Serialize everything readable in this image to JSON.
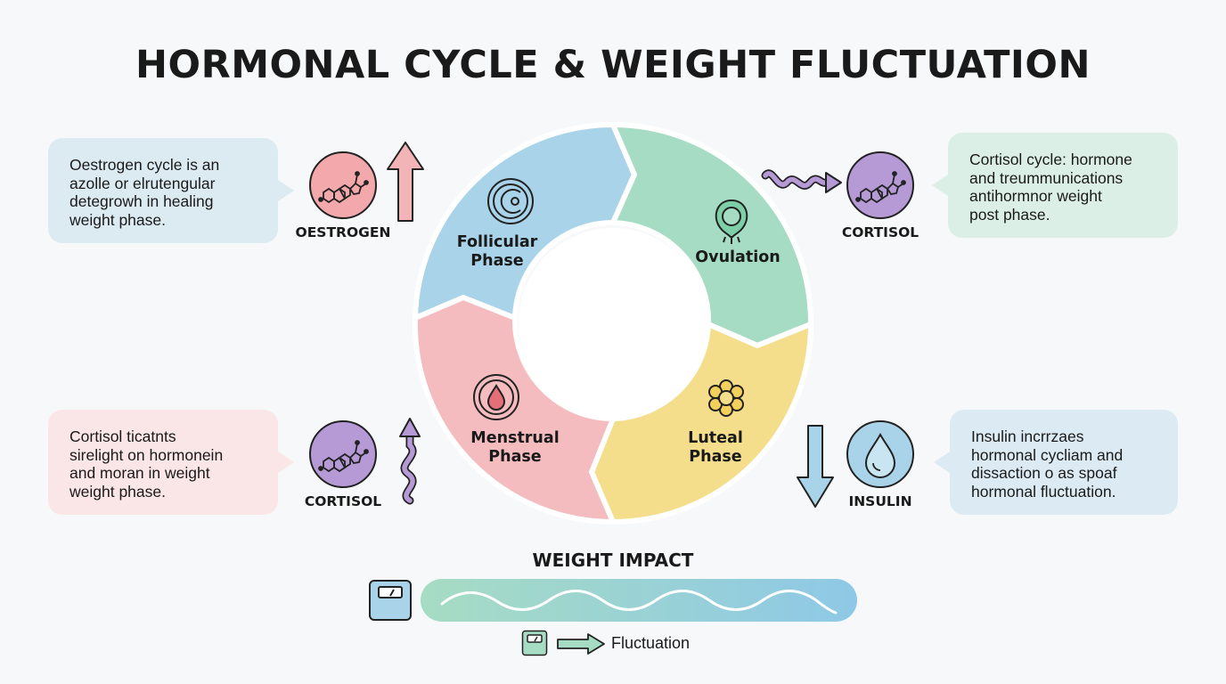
{
  "title": "HORMONAL CYCLE & WEIGHT FLUCTUATION",
  "bubbles": {
    "top_left": [
      "Oestrogen cycle is an",
      "azolle or elrutengular",
      "detegrowh  in healing",
      "weight phase."
    ],
    "top_right": [
      "Cortisol cycle: hormone",
      "and treummunications",
      "antihormnor weight",
      "post phase."
    ],
    "bottom_left": [
      "Cortisol ticatnts",
      "sirelight on hormonein",
      "and moran in weight",
      "weight phase."
    ],
    "bottom_right": [
      "Insulin incrrzaes",
      "hormonal cycliam and",
      "dissaction o as spoaf",
      "hormonal fluctuation."
    ]
  },
  "hormones": {
    "oestrogen": "OESTROGEN",
    "cortisol_top": "CORTISOL",
    "cortisol_bottom": "CORTISOL",
    "insulin": "INSULIN"
  },
  "phases": {
    "follicular": [
      "Follicular",
      "Phase"
    ],
    "ovulation": [
      "Ovulation"
    ],
    "menstrual": [
      "Menstrual",
      "Phase"
    ],
    "luteal": [
      "Luteal",
      "Phase"
    ]
  },
  "weight_impact": {
    "title": "WEIGHT IMPACT",
    "legend_label": "Fluctuation"
  },
  "colors": {
    "follicular": "#a9d3e8",
    "ovulation": "#a6dcc3",
    "menstrual": "#f4bcbe",
    "luteal": "#f4de8c",
    "oestrogen_icon": "#f3a8ab",
    "cortisol_icon": "#b59ad6",
    "insulin_icon": "#a9d3e8",
    "up_arrow_pink": "#f2b4b6",
    "wave_purple": "#b59ad6",
    "down_arrow_blue": "#a9d3e8"
  }
}
